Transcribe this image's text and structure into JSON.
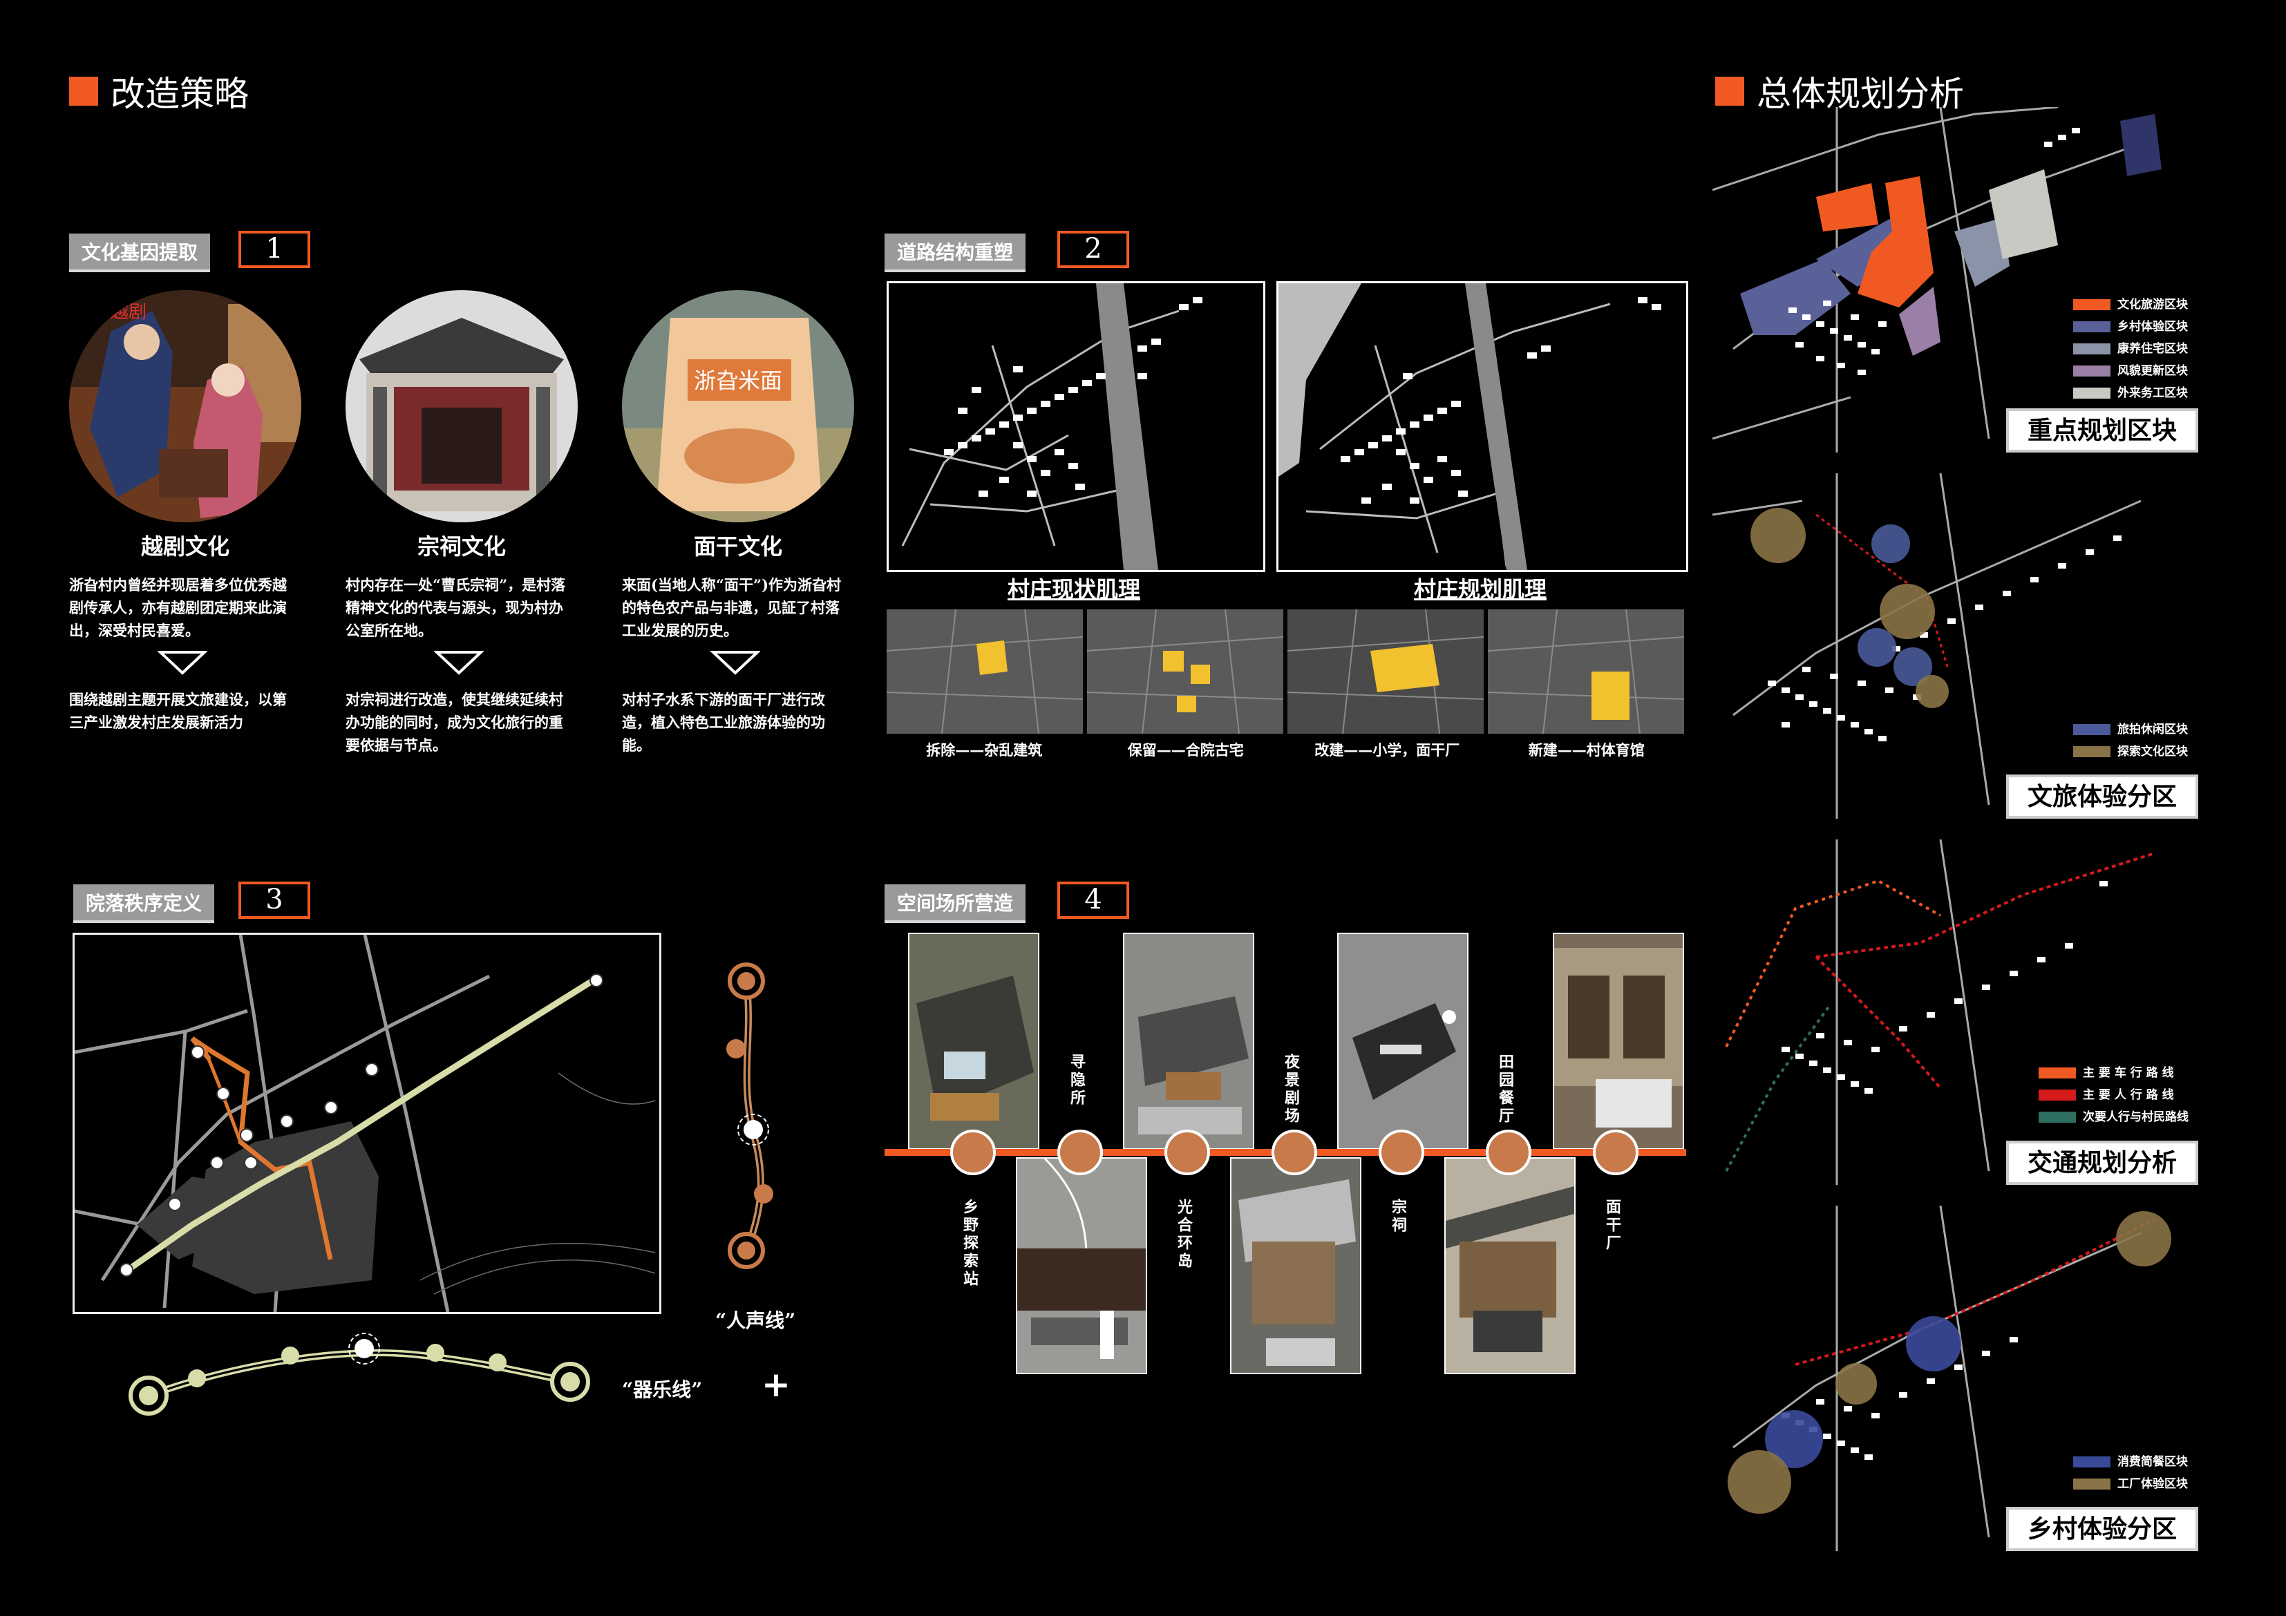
{
  "left_title": "改造策略",
  "right_title": "总体规划分析",
  "colors": {
    "accent": "#f05a22",
    "tag_bg": "#9a9a9a"
  },
  "steps": [
    {
      "tag": "文化基因提取",
      "num": "1"
    },
    {
      "tag": "道路结构重塑",
      "num": "2"
    },
    {
      "tag": "院落秩序定义",
      "num": "3"
    },
    {
      "tag": "空间场所营造",
      "num": "4"
    }
  ],
  "culture": [
    {
      "name": "越剧文化",
      "desc": "浙旮村内曾经并现居着多位优秀越剧传承人，亦有越剧团定期来此演出，深受村民喜爱。",
      "action": "围绕越剧主题开展文旅建设，以第三产业激发村庄发展新活力",
      "photo_text": "越剧"
    },
    {
      "name": "宗祠文化",
      "desc": "村内存在一处“曹氏宗祠”，是村落精神文化的代表与源头，现为村办公室所在地。",
      "action": "对宗祠进行改造，使其继续延续村办功能的同时，成为文化旅行的重要依据与节点。",
      "photo_text": ""
    },
    {
      "name": "面干文化",
      "desc": "来面(当地人称“面干”)作为浙旮村的特色农产品与非遗，见証了村落工业发展的历史。",
      "action": "对村子水系下游的面干厂进行改造，植入特色工业旅游体验的功能。",
      "photo_text": "浙旮米面"
    }
  ],
  "road": {
    "current_label": "村庄现状肌理",
    "plan_label": "村庄规划肌理",
    "strategies": [
      "拆除——杂乱建筑",
      "保留——合院古宅",
      "改建——小学，面干厂",
      "新建——村体育馆"
    ]
  },
  "order": {
    "voice_line": "“人声线”",
    "instrument_line": "“器乐线”",
    "plus": "+"
  },
  "places": {
    "top": [
      "寻隐所",
      "夜景剧场",
      "田园餐厅"
    ],
    "bottom": [
      "乡野探索站",
      "光合环岛",
      "宗祠",
      "面干厂"
    ]
  },
  "panels": [
    {
      "label": "重点规划区块",
      "legend": [
        {
          "text": "文化旅游区块",
          "color": "#f05a22"
        },
        {
          "text": "乡村体验区块",
          "color": "#5a6098"
        },
        {
          "text": "康养住宅区块",
          "color": "#8a93a8"
        },
        {
          "text": "风貌更新区块",
          "color": "#9a7fa6"
        },
        {
          "text": "外来务工区块",
          "color": "#c9c9c4"
        }
      ]
    },
    {
      "label": "文旅体验分区",
      "legend": [
        {
          "text": "旅拍休闲区块",
          "color": "#4a5a9a"
        },
        {
          "text": "探索文化区块",
          "color": "#8a7346"
        }
      ]
    },
    {
      "label": "交通规划分析",
      "legend": [
        {
          "text": "主 要 车 行 路 线",
          "color": "#f05a22"
        },
        {
          "text": "主 要 人 行 路 线",
          "color": "#d41a1a"
        },
        {
          "text": "次要人行与村民路线",
          "color": "#2e6e60"
        }
      ]
    },
    {
      "label": "乡村体验分区",
      "legend": [
        {
          "text": "消费简餐区块",
          "color": "#3a4a9a"
        },
        {
          "text": "工厂体验区块",
          "color": "#8a7346"
        }
      ]
    }
  ]
}
